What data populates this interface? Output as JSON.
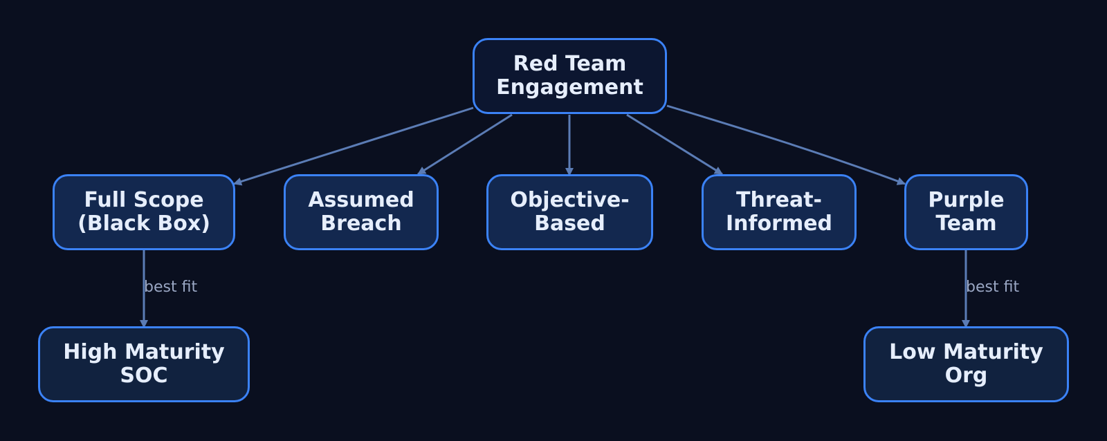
{
  "diagram": {
    "nodes": {
      "root": "Red Team\nEngagement",
      "full_scope": "Full Scope\n(Black Box)",
      "assumed_breach": "Assumed\nBreach",
      "objective_based": "Objective-\nBased",
      "threat_informed": "Threat-\nInformed",
      "purple_team": "Purple\nTeam",
      "high_maturity": "High Maturity\nSOC",
      "low_maturity": "Low Maturity\nOrg"
    },
    "edges": [
      {
        "from": "root",
        "to": "full_scope",
        "label": ""
      },
      {
        "from": "root",
        "to": "assumed_breach",
        "label": ""
      },
      {
        "from": "root",
        "to": "objective_based",
        "label": ""
      },
      {
        "from": "root",
        "to": "threat_informed",
        "label": ""
      },
      {
        "from": "root",
        "to": "purple_team",
        "label": ""
      },
      {
        "from": "full_scope",
        "to": "high_maturity",
        "label": "best fit"
      },
      {
        "from": "purple_team",
        "to": "low_maturity",
        "label": "best fit"
      }
    ],
    "colors": {
      "background": "#0a0f1f",
      "node_border": "#3b82f6",
      "node_text": "#e6eefc",
      "edge": "#5b7cb5",
      "edge_label": "#9aa7c4"
    }
  }
}
